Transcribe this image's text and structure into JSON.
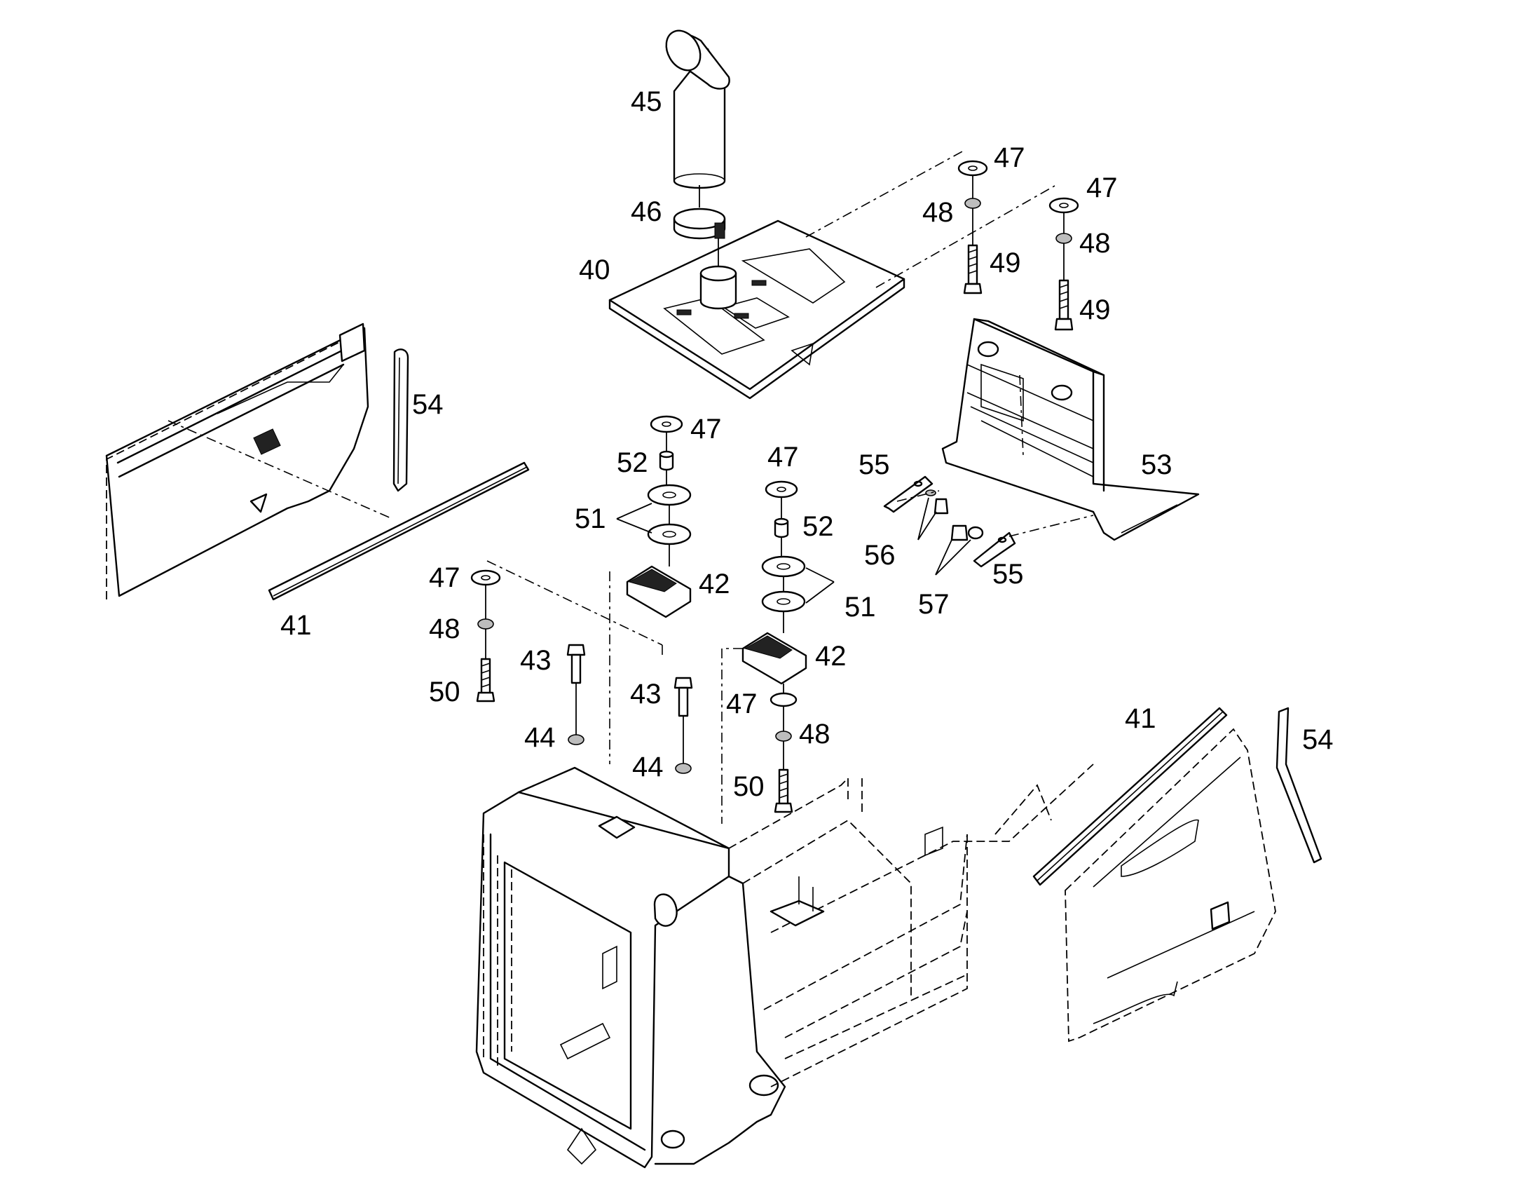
{
  "callouts": [
    {
      "id": "c40",
      "text": "40"
    },
    {
      "id": "c41a",
      "text": "41"
    },
    {
      "id": "c41b",
      "text": "41"
    },
    {
      "id": "c42a",
      "text": "42"
    },
    {
      "id": "c42b",
      "text": "42"
    },
    {
      "id": "c43a",
      "text": "43"
    },
    {
      "id": "c43b",
      "text": "43"
    },
    {
      "id": "c44a",
      "text": "44"
    },
    {
      "id": "c44b",
      "text": "44"
    },
    {
      "id": "c45",
      "text": "45"
    },
    {
      "id": "c46",
      "text": "46"
    },
    {
      "id": "c47a",
      "text": "47"
    },
    {
      "id": "c47b",
      "text": "47"
    },
    {
      "id": "c47c",
      "text": "47"
    },
    {
      "id": "c47d",
      "text": "47"
    },
    {
      "id": "c47e",
      "text": "47"
    },
    {
      "id": "c47f",
      "text": "47"
    },
    {
      "id": "c48a",
      "text": "48"
    },
    {
      "id": "c48b",
      "text": "48"
    },
    {
      "id": "c48c",
      "text": "48"
    },
    {
      "id": "c48d",
      "text": "48"
    },
    {
      "id": "c49a",
      "text": "49"
    },
    {
      "id": "c49b",
      "text": "49"
    },
    {
      "id": "c50a",
      "text": "50"
    },
    {
      "id": "c50b",
      "text": "50"
    },
    {
      "id": "c51a",
      "text": "51"
    },
    {
      "id": "c51b",
      "text": "51"
    },
    {
      "id": "c52a",
      "text": "52"
    },
    {
      "id": "c52b",
      "text": "52"
    },
    {
      "id": "c53",
      "text": "53"
    },
    {
      "id": "c54a",
      "text": "54"
    },
    {
      "id": "c54b",
      "text": "54"
    },
    {
      "id": "c55a",
      "text": "55"
    },
    {
      "id": "c55b",
      "text": "55"
    },
    {
      "id": "c56",
      "text": "56"
    },
    {
      "id": "c57",
      "text": "57"
    }
  ]
}
